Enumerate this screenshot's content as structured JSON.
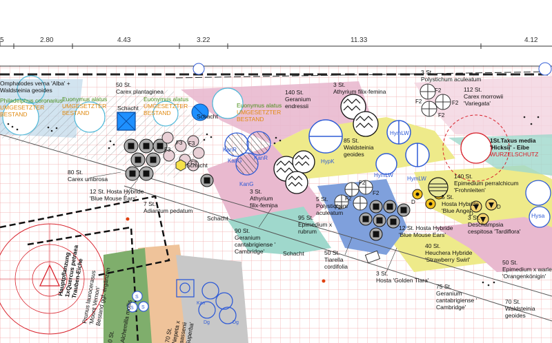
{
  "dimensions": [
    "5",
    "2.80",
    "4.43",
    "3.22",
    "11.33",
    "4.12"
  ],
  "labels": {
    "omphalodes": [
      "Omphalodes verna 'Alba' +",
      "Waldsteinia geoides"
    ],
    "philadelphus": [
      "Philadelphus coronarius",
      "UMGESETZTER",
      "BESTAND"
    ],
    "euonymus1": [
      "Euonymus alatus",
      "UMGESETZTER",
      "BESTAND"
    ],
    "carex_plant": [
      "50 St.",
      "Carex plantaginea"
    ],
    "euonymus2": [
      "Euonymus alatus",
      "UMGESETZTER",
      "BESTAND"
    ],
    "schacht1": "Schacht",
    "schacht2": "Schacht",
    "euonymus3": [
      "Euonymus alatus",
      "UMGESETZTER",
      "BESTAND"
    ],
    "geranium_endr": [
      "140 St.",
      "Geranium",
      "endressii"
    ],
    "athyrium1": [
      "3 St.",
      "Athyrium filix-femina"
    ],
    "polystichum1": [
      "3 St.",
      "Polystichum aculeatum"
    ],
    "carex_morrowii": [
      "112 St.",
      "Carex morrowii",
      "'Variegata'"
    ],
    "waldsteinia1": [
      "85 St.",
      "Waldsteinia",
      "geoides"
    ],
    "taxus": [
      "1St.Taxus media",
      "'Hicksii' - Eibe",
      "WURZELSCHUTZ"
    ],
    "carex_umbrosa": [
      "80 St.",
      "Carex umbrosa"
    ],
    "hosta_blue1": [
      "12 St. Hosta Hybride",
      "'Blue Mouse Ears'"
    ],
    "adiantum": [
      "7 St.",
      "Adiantum pedatum"
    ],
    "athyrium2": [
      "3 St.",
      "Athyrium",
      "filix-femina"
    ],
    "polystichum2": [
      "5 St.",
      "Polystichum",
      "aculeatum"
    ],
    "epimedium_perr": [
      "140 St.",
      "Epimedium perralchicum",
      "'Frohnleiten'"
    ],
    "hosta_angel": [
      "5 St.",
      "Hosta Hybride",
      "'Blue Angel'"
    ],
    "hysa": "Hysa",
    "schacht3": "Schacht",
    "schacht4": "Schacht",
    "schacht5": "Schacht",
    "geranium_cant1": [
      "90 St.",
      "Geranium",
      "cantabrigiense '",
      "Cambridge'"
    ],
    "epimedium_rubrum": [
      "95 St.",
      "Epimedium x",
      "rubrum"
    ],
    "hosta_blue2": [
      "12 St. Hosta Hybride",
      "'Blue Mouse Ears'"
    ],
    "deschampsia": [
      "3 St.",
      "Deschampsia",
      "cespitosa 'Tardiflora'"
    ],
    "tiarella": [
      "50 St.",
      "Tiarella",
      "cordifolia"
    ],
    "heuchera": [
      "40 St.",
      "Heuchera Hybride",
      "'Strawberry Swirl'"
    ],
    "hosta_tiara": [
      "3 St.",
      "Hosta 'Golden Tiara'"
    ],
    "geranium_cant2": [
      "75 St.",
      "Geranium",
      "cantabrigiense '",
      "Cambridge'"
    ],
    "epimedium_warley": [
      "50 St.",
      "Epimedium x warley",
      "'Orangenkönigin'"
    ],
    "waldsteinia2": [
      "70 St.",
      "Waldsteinia",
      "geoides"
    ],
    "hauptpflanzung": [
      "Hauptpflanzung",
      "1xQuercus petraea",
      "Trauben-Eiche"
    ],
    "prunus": [
      "Prunus laurocerasus",
      "'Mount Vernon'",
      "Bestand ggf. ergänzen"
    ],
    "alchemilla": [
      "Alchemilla mollis"
    ],
    "nepeta": [
      "70 St.",
      "Nepeta x",
      "faassenii",
      "'Superba'"
    ],
    "zero_st": "0 St.",
    "hyplw1": "HymLW",
    "hyplw2": "HymLW",
    "hyplw3": "HymLW",
    "hypk": "HypK",
    "kang1": "KanG",
    "kanr1": "KanR",
    "kanr2": "KanR",
    "kang2": "KanG",
    "codes": [
      "F2",
      "F2",
      "F2",
      "F2",
      "F3",
      "F3",
      "F3",
      "F3",
      "F2",
      "F2",
      "F2",
      "F2",
      "D",
      "D",
      "D",
      "S",
      "S",
      "S",
      "Dg",
      "Dg",
      "Kan"
    ]
  },
  "colors": {
    "pink": "#e9b9cf",
    "yellow": "#eeea8a",
    "teal": "#9fd8cc",
    "blue": "#7fa0dc",
    "lightblue": "#c7ddec",
    "green": "#7fae6c",
    "orange": "#efc39a",
    "gray": "#c8c8c8",
    "red": "#d8202a",
    "plant_blue": "#2f5bd6",
    "label_green": "#4a8f1c"
  }
}
